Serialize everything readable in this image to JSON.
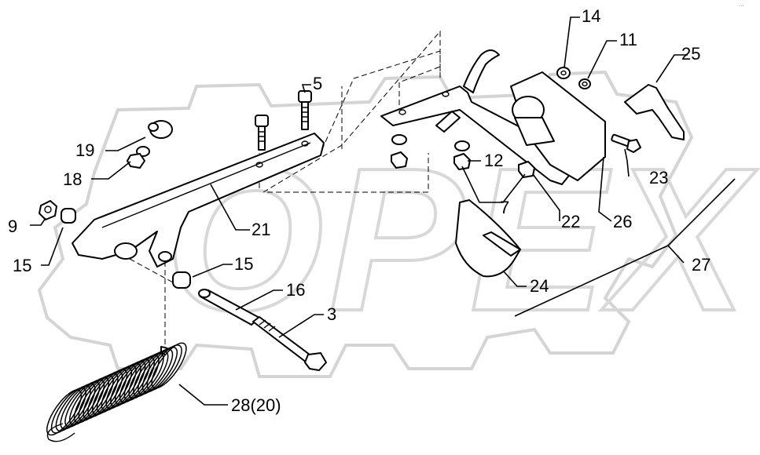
{
  "diagram": {
    "watermark_text": "OPEX",
    "corner_mark": "···",
    "callouts": [
      {
        "id": "c14",
        "text": "14"
      },
      {
        "id": "c11",
        "text": "11"
      },
      {
        "id": "c25",
        "text": "25"
      },
      {
        "id": "c5",
        "text": "5"
      },
      {
        "id": "c19",
        "text": "19"
      },
      {
        "id": "c18",
        "text": "18"
      },
      {
        "id": "c12",
        "text": "12"
      },
      {
        "id": "c23",
        "text": "23"
      },
      {
        "id": "c9",
        "text": "9"
      },
      {
        "id": "c21",
        "text": "21"
      },
      {
        "id": "c7",
        "text": "7"
      },
      {
        "id": "c22",
        "text": "22"
      },
      {
        "id": "c26",
        "text": "26"
      },
      {
        "id": "c27",
        "text": "27"
      },
      {
        "id": "c15a",
        "text": "15"
      },
      {
        "id": "c15b",
        "text": "15"
      },
      {
        "id": "c24",
        "text": "24"
      },
      {
        "id": "c16",
        "text": "16"
      },
      {
        "id": "c3",
        "text": "3"
      },
      {
        "id": "c28",
        "text": "28(20)"
      }
    ]
  }
}
